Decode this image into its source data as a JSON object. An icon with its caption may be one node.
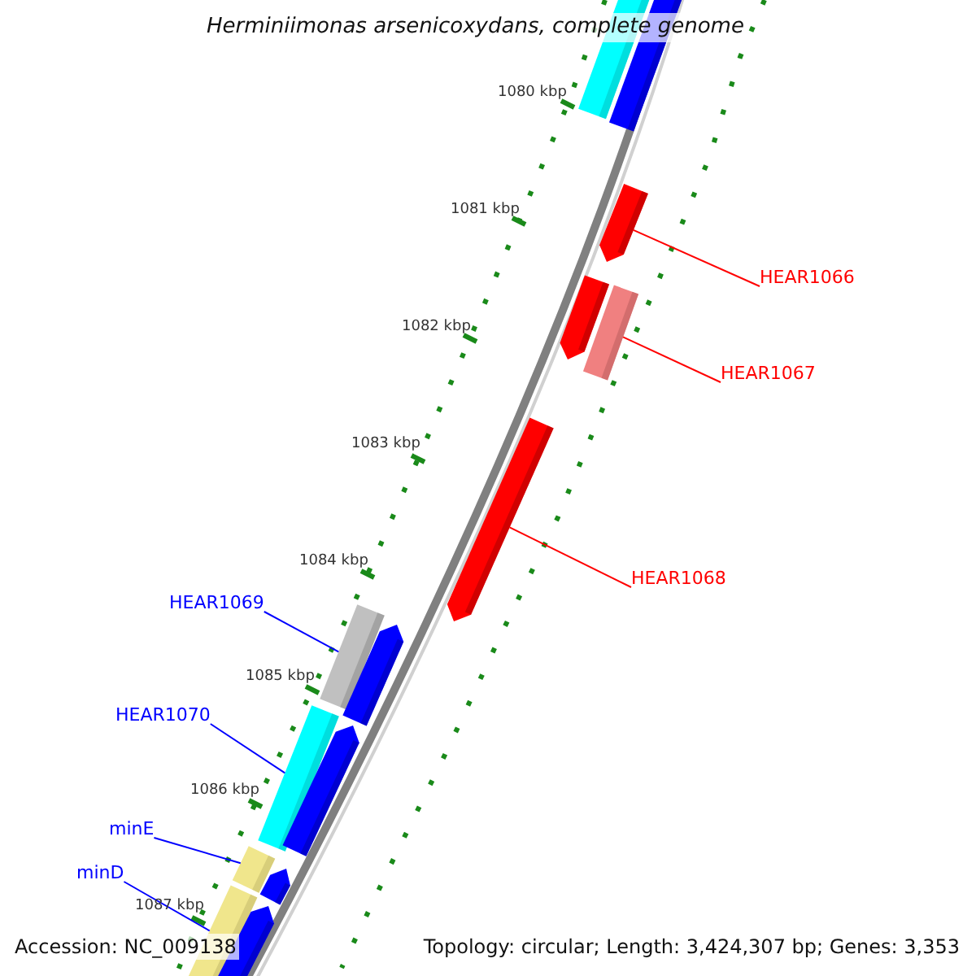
{
  "diagram": {
    "title": "Herminiimonas arsenicoxydans, complete genome",
    "nodes": [
      {
        "text": [],
        "shape": "bar"
      },
      {
        "text": [],
        "shape": "bar"
      },
      {
        "text": [],
        "shape": "bar"
      },
      {
        "text": [
          "HEAR1066"
        ]
      },
      {
        "text": [],
        "shape": "bar"
      },
      {
        "text": [],
        "shape": "bar"
      },
      {
        "text": [
          "HEAR1067"
        ]
      },
      {
        "text": [],
        "shape": "bar"
      },
      {
        "text": [
          "HEAR1068"
        ]
      },
      {
        "text": [
          "HEAR1069"
        ]
      },
      {
        "text": [],
        "shape": "bar"
      },
      {
        "text": [],
        "shape": "bar"
      },
      {
        "text": [
          "HEAR1070"
        ]
      },
      {
        "text": [],
        "shape": "bar"
      },
      {
        "text": [],
        "shape": "bar"
      },
      {
        "text": [
          "minE"
        ]
      },
      {
        "text": [],
        "shape": "bar"
      },
      {
        "text": [],
        "shape": "bar"
      },
      {
        "text": [
          "minD"
        ]
      },
      {
        "text": [],
        "shape": "bar"
      },
      {
        "text": [],
        "shape": "bar"
      }
    ],
    "edges": [
      {
        "from": 3,
        "to": 2,
        "arrow": "none",
        "color": "#ff0000"
      },
      {
        "from": 6,
        "to": 5,
        "arrow": "none",
        "color": "#ff0000"
      },
      {
        "from": 8,
        "to": 7,
        "arrow": "none",
        "color": "#ff0000"
      },
      {
        "from": 9,
        "to": 10,
        "arrow": "none"
      },
      {
        "from": 12,
        "to": 13,
        "arrow": "none"
      },
      {
        "from": 15,
        "to": 16,
        "arrow": "none"
      },
      {
        "from": 18,
        "to": 19,
        "arrow": "none"
      }
    ],
    "labels": [
      "1080 kbp",
      "1081 kbp",
      "1082 kbp",
      "1083 kbp",
      "1084 kbp",
      "1085 kbp",
      "1086 kbp",
      "1087 kbp",
      "Accession: NC_009138",
      "Topology: circular; Length: 3,424,307 bp; Genes: 3,353"
    ]
  }
}
